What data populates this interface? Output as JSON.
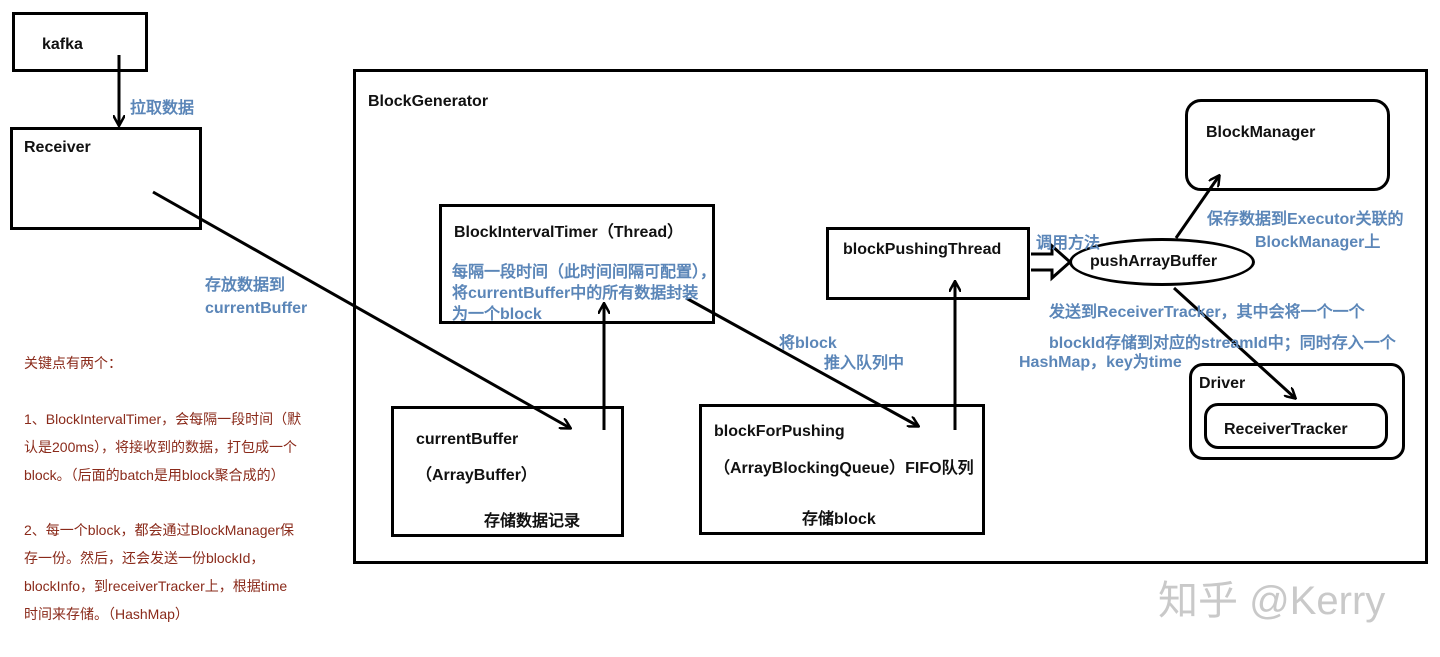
{
  "nodes": {
    "kafka": "kafka",
    "receiver": "Receiver",
    "block_generator": "BlockGenerator",
    "interval_timer": "BlockIntervalTimer（Thread）",
    "current_buffer": "currentBuffer",
    "array_buffer": "（ArrayBuffer）",
    "store_records": "存储数据记录",
    "block_for_pushing": "blockForPushing",
    "array_blocking_queue": "（ArrayBlockingQueue）FIFO队列",
    "store_block": "存储block",
    "pushing_thread": "blockPushingThread",
    "push_array_buffer": "pushArrayBuffer",
    "block_manager": "BlockManager",
    "driver": "Driver",
    "receiver_tracker": "ReceiverTracker"
  },
  "edges": {
    "pull_data": "拉取数据",
    "store_to_line1": "存放数据到",
    "store_to_line2": "currentBuffer",
    "timer_desc_line1": "每隔一段时间（此时间间隔可配置），",
    "timer_desc_line2": "将currentBuffer中的所有数据封装",
    "timer_desc_line3": "为一个block",
    "enqueue_line1": "将block",
    "enqueue_line2": "推入队列中",
    "call_method": "调用方法",
    "save_line1": "保存数据到Executor关联的",
    "save_line2": "BlockManager上",
    "send_line1": "发送到ReceiverTracker，其中会将一个一个",
    "send_line2": "blockId存储到对应的streamId中；同时存入一个",
    "send_line3": "HashMap，key为time"
  },
  "notes": [
    "关键点有两个：",
    "1、BlockIntervalTimer，会每隔一段时间（默",
    "认是200ms），将接收到的数据，打包成一个",
    "block。（后面的batch是用block聚合成的）",
    "2、每一个block，都会通过BlockManager保",
    "存一份。然后，还会发送一份blockId，",
    "blockInfo，到receiverTracker上，根据time",
    "时间来存储。（HashMap）"
  ],
  "watermark": "知乎 @Kerry",
  "colors": {
    "label_blue": "#5b86b8",
    "note_red": "#8a2a1a",
    "line": "#000000"
  }
}
